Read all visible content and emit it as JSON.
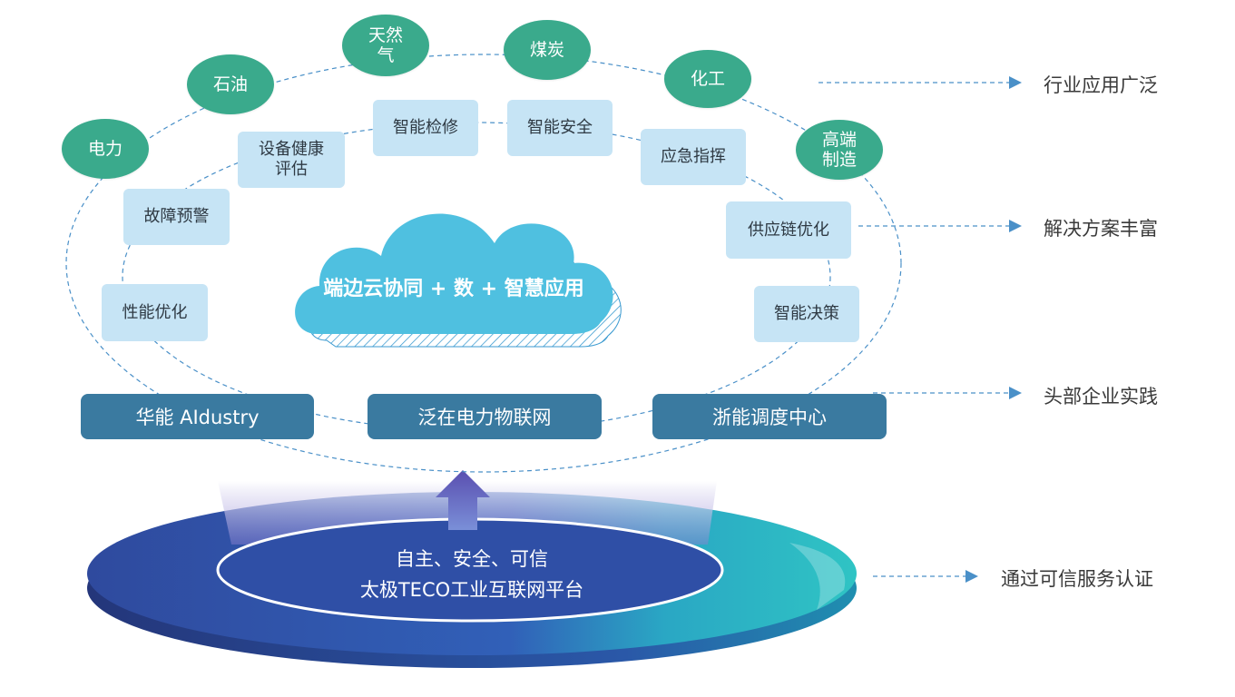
{
  "industries": [
    "电力",
    "石油",
    "天然\n气",
    "煤炭",
    "化工",
    "高端\n制造"
  ],
  "solutions": [
    "故障预警",
    "设备健康\n评估",
    "智能检修",
    "智能安全",
    "应急指挥",
    "供应链优化",
    "智能决策",
    "性能优化"
  ],
  "cloud_label": "端边云协同 + 数 + 智慧应用",
  "enterprises": [
    "华能 AIdustry",
    "泛在电力物联网",
    "浙能调度中心"
  ],
  "platform": {
    "line1": "自主、安全、可信",
    "line2": "太极TECO工业互联网平台"
  },
  "right_labels": [
    "行业应用广泛",
    "解决方案丰富",
    "头部企业实践",
    "通过可信服务认证"
  ],
  "colors": {
    "industry_green": "#3aaa8c",
    "solution_light_blue": "#c6e4f5",
    "enterprise_blue": "#3a7aa0",
    "cloud_blue": "#4fc0e0",
    "platform_dark_blue": "#2f4fa6",
    "platform_teal": "#2bb8c0",
    "dashed_line": "#4a90c8",
    "arrow_purple": "#6a5fb8"
  }
}
